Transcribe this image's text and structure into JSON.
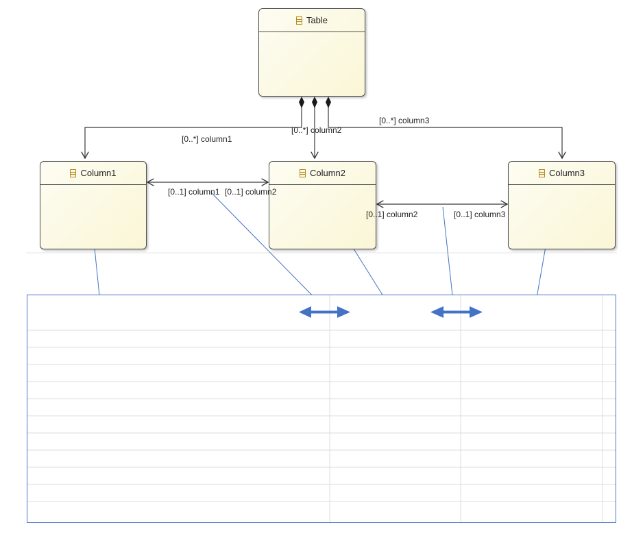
{
  "classes": {
    "table": {
      "name": "Table"
    },
    "column1": {
      "name": "Column1"
    },
    "column2": {
      "name": "Column2"
    },
    "column3": {
      "name": "Column3"
    }
  },
  "edge_labels": {
    "table_column1": "[0..*] column1",
    "table_column2": "[0..*] column2",
    "table_column3": "[0..*] column3",
    "c1c2_near_c1": "[0..1] column1",
    "c1c2_near_c2": "[0..1] column2",
    "c2c3_near_c2": "[0..1] column2",
    "c2c3_near_c3": "[0..1] column3"
  },
  "colors": {
    "connector": "#3a3a3a",
    "pointer_arrow": "#4472c4",
    "table_grid": "#dcdcdc",
    "class_fill": "#fbf6d6"
  },
  "icons": {
    "class_icon": "class-icon",
    "composition": "filled-diamond",
    "double_arrow": "double-headed-arrow"
  }
}
